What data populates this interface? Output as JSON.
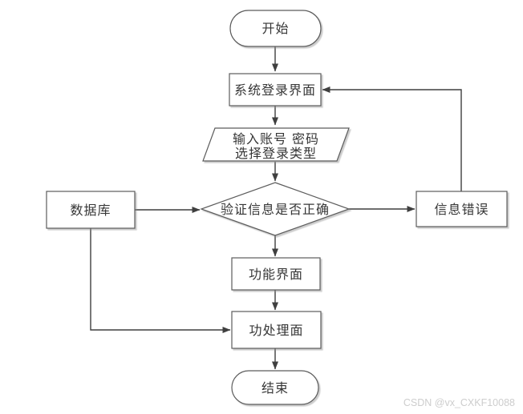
{
  "page": {
    "background": "#ffffff",
    "watermark_text": "CSDN @vx_CXKF10088"
  },
  "flowchart": {
    "description": "System login verification flowchart",
    "colors": {
      "line": "#3f3f3f",
      "border": "#5c5c5c",
      "fill": "#ffffff",
      "text": "#363636",
      "watermark": "#cdcdcd",
      "background": "#ffffff"
    },
    "nodes": {
      "start": {
        "type": "terminator",
        "label": "开始"
      },
      "login_screen": {
        "type": "process",
        "label": "系统登录界面"
      },
      "input_credentials": {
        "type": "input-output",
        "label_line1": "输入账号 密码",
        "label_line2": "选择登录类型"
      },
      "verify": {
        "type": "decision",
        "label": "验证信息是否正确"
      },
      "database": {
        "type": "process",
        "label": "数据库"
      },
      "info_error": {
        "type": "process",
        "label": "信息错误"
      },
      "function_screen": {
        "type": "process",
        "label": "功能界面"
      },
      "processing_screen": {
        "type": "process",
        "label": "功处理面"
      },
      "end": {
        "type": "terminator",
        "label": "结束"
      }
    },
    "edges": [
      {
        "from": "start",
        "to": "login_screen"
      },
      {
        "from": "login_screen",
        "to": "input_credentials"
      },
      {
        "from": "input_credentials",
        "to": "verify"
      },
      {
        "from": "database",
        "to": "verify"
      },
      {
        "from": "verify",
        "to": "info_error"
      },
      {
        "from": "info_error",
        "to": "login_screen"
      },
      {
        "from": "verify",
        "to": "function_screen"
      },
      {
        "from": "function_screen",
        "to": "processing_screen"
      },
      {
        "from": "database",
        "to": "processing_screen"
      },
      {
        "from": "processing_screen",
        "to": "end"
      }
    ]
  }
}
